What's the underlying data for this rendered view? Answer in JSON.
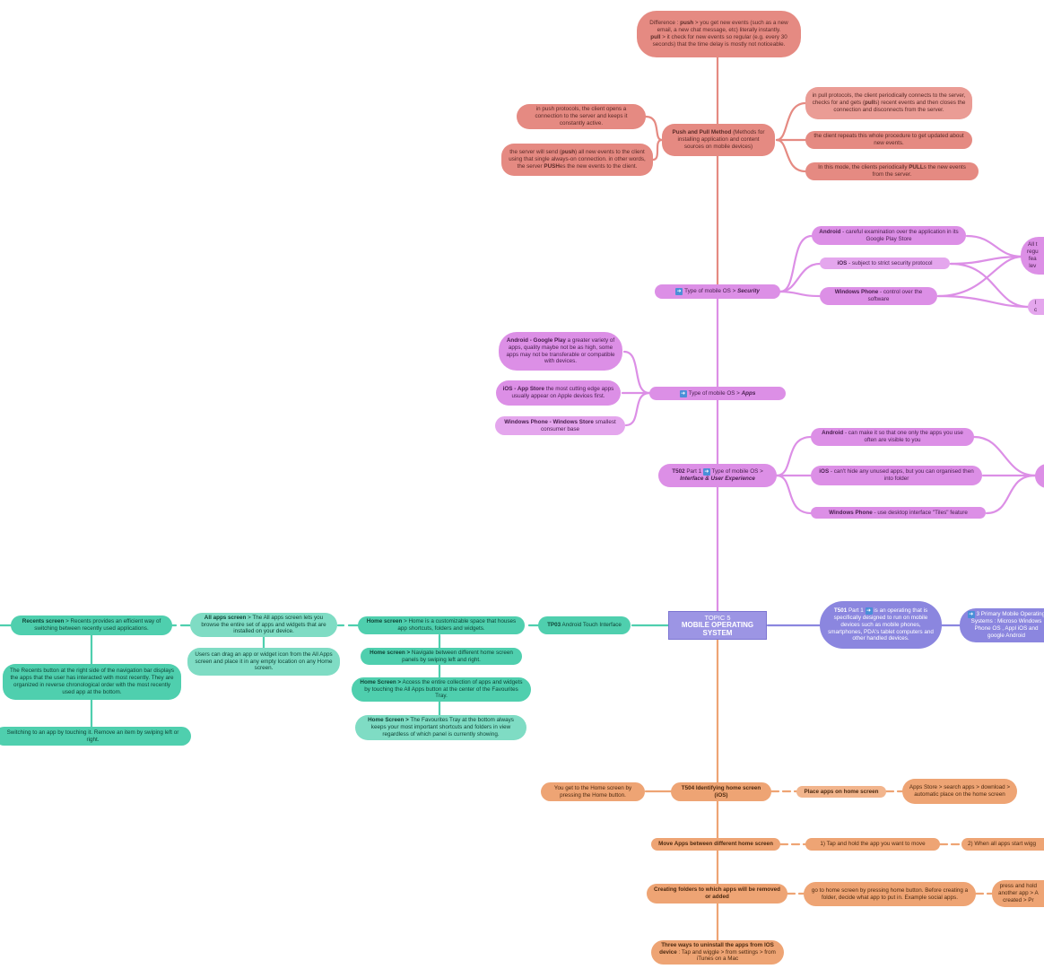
{
  "center": {
    "line1": "TOPIC 5",
    "line2": "MOBILE OPERATING",
    "line3": "SYSTEM"
  },
  "nodes": {
    "diff": {
      "b1": "Difference : ",
      "s1": "push",
      "t1": " > you get new events (such as a new email, a new chat message, etc) literally instantly.\n",
      "s2": "pull",
      "t2": " > it check for new events so regular (e.g. every 30 seconds) that the time delay is mostly not noticeable."
    },
    "pushpull": {
      "b": "Push and Pull Method",
      "t": " (Methods for installing application and content sources on mobile devices)"
    },
    "push1": {
      "t": "in push protocols, the client opens a connection to the server and keeps it constantly active."
    },
    "push2": {
      "t1": "the server will send (",
      "s1": "push",
      "t2": ") all new events to the client using that single always-on connection. in other words, the server ",
      "s2": "PUSH",
      "t3": "es the new events to the client."
    },
    "pull1": {
      "t1": "in pull protocols, the client periodically connects to the server, checks for and gets (",
      "s1": "pull",
      "t2": "s) recent events and then closes the connection and disconnects from the server."
    },
    "pull2": {
      "t": "the client repeats this whole procedure to get updated about new events."
    },
    "pull3": {
      "t1": "In this mode, the clients periodically ",
      "s1": "PULL",
      "t2": "s the new events from the server."
    },
    "security": {
      "t": "Type of mobile OS > ",
      "b": "Security"
    },
    "sec_android": {
      "b": "Android",
      "t": " - careful examination over the application in its Google Play Store"
    },
    "sec_ios": {
      "b": "iOS",
      "t": " - subject to strict security protocol"
    },
    "sec_wp": {
      "b": "Windows Phone",
      "t": " - control over the software"
    },
    "sec_right1": {
      "t": "All t\nregu\nfea\nlev"
    },
    "sec_right2": {
      "t": "l\nc"
    },
    "apps": {
      "t": "Type of mobile OS > ",
      "b": "Apps"
    },
    "apps_android": {
      "b": "Android - Google Play",
      "t": " a greater variety of apps, quality maybe not be as high, some apps may not be transferable or compatible with devices."
    },
    "apps_ios": {
      "b": "iOS - App Store",
      "t": " the most cutting edge apps usually appear on Apple devices first."
    },
    "apps_wp": {
      "b": "Windows Phone - Windows Store",
      "t": " smallest consumer base"
    },
    "ui": {
      "b1": "T502",
      "t1": " Part 1 ",
      "t2": " Type of mobile OS > ",
      "b2": "Interface & User Experience"
    },
    "ui_android": {
      "b": "Android",
      "t": " - can make it so that one only the apps you use often are visible to you"
    },
    "ui_ios": {
      "b": "iOS",
      "t": " - can't hide any unused apps, but you can organised then into folder"
    },
    "ui_wp": {
      "b": "Windows Phone",
      "t": " - use desktop interface \"Tiles\" feature"
    },
    "t501": {
      "b": "T501",
      "t1": " Part 1 ",
      "t2": " is an operating that is specifically designed to run on mobile devices such as mobile phones, smartphones, PDA's tablet computers and other handled devices."
    },
    "t501_right": {
      "t1": " 3 Primary Mobile Operating Systems : Microso Windows Phone OS , Appl iOS and google Android"
    },
    "tp03": {
      "b": "TP03",
      "t": " Android Touch Interface"
    },
    "home1": {
      "b": "Home screen",
      "t": " > Home is a customizable space that houses app shortcuts, folders and widgets."
    },
    "home2": {
      "b": "Home screen >",
      "t": " Navigate between different home screen panels by swiping left and right."
    },
    "home3": {
      "b": "Home Screen >",
      "t": " Access the entire collection of apps and widgets by touching the All Apps button at the center of the Favourites Tray."
    },
    "home4": {
      "b": "Home Screen >",
      "t": " The Favourites Tray at the bottom always keeps your most important shortcuts and folders in view regardless of which panel is currently showing."
    },
    "allapps": {
      "b": "All apps screen",
      "t": " > The All apps screen lets you browse the entire set of apps and widgets that are installed on your device."
    },
    "allapps2": {
      "t": "Users can drag an app or widget icon from the All Apps screen and place it in any empty location on any Home screen."
    },
    "recents": {
      "b": "Recents screen",
      "t": " > Recents provides an efficient way of switching between recently used applications."
    },
    "recents2": {
      "t": "The Recents button at the right side of the navigation bar displays the apps that the user has interacted with most recently. They are organized in reverse chronological order with the most recently used app at the bottom."
    },
    "recents3": {
      "t": "Switching to an app by touching it. Remove an item by swiping left or right."
    },
    "t504": {
      "b": "T504 Identifying home screen (iOS)"
    },
    "t504_left": {
      "t": "You get to the Home screen by pressing the Home button."
    },
    "place": {
      "b": "Place apps on home screen"
    },
    "place2": {
      "t": "Apps Store > search apps > download > automatic place on the home screen"
    },
    "move": {
      "b": "Move Apps between different home screen"
    },
    "move1": {
      "t": "1) Tap and hold the app you want to move"
    },
    "move2": {
      "t": "2) When all apps start wigg"
    },
    "folders": {
      "b": "Creating folders to which apps will be removed or added"
    },
    "folders1": {
      "t": "go to home screen by pressing home button. Before creating a folder, decide what app to put in. Example social apps."
    },
    "folders2": {
      "t": "press and hold\nanother app > A\ncreated > Pr"
    },
    "uninstall": {
      "b": "Three ways to uninstall the apps from IOS device",
      "t": " : Tap and wiggle > from settings > from iTunes on a Mac"
    }
  },
  "colors": {
    "red": "#e58a82",
    "purple": "#dc8fe6",
    "teal": "#4fcfae",
    "orange": "#eea474",
    "violet": "#8b86df"
  }
}
